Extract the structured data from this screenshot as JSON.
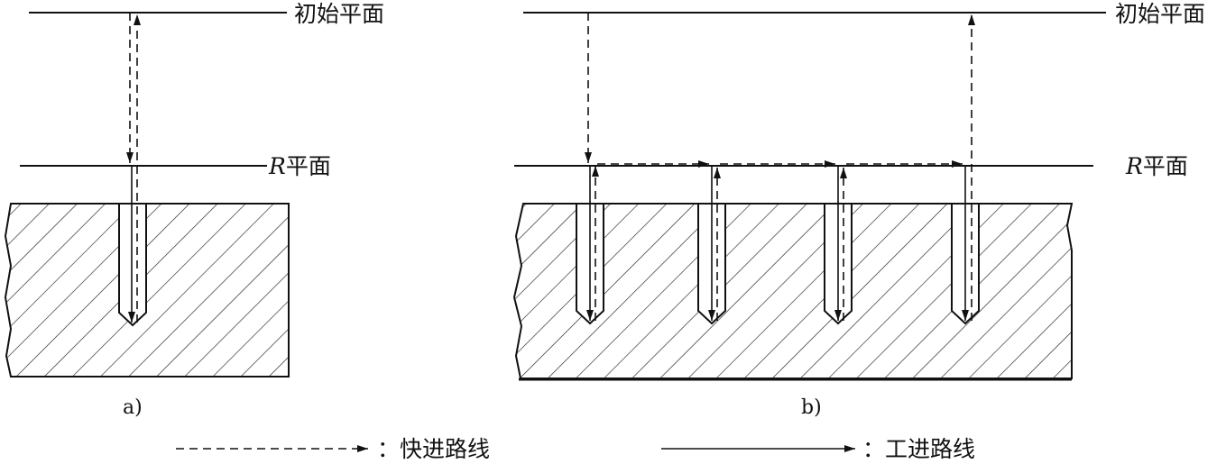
{
  "labels": {
    "initial_plane": "初始平面",
    "r_plane_letter": "R",
    "r_plane_text": "平面"
  },
  "captions": {
    "a": "a)",
    "b": "b)"
  },
  "legend": {
    "rapid_text": "：快进路线",
    "feed_text": "：工进路线"
  }
}
